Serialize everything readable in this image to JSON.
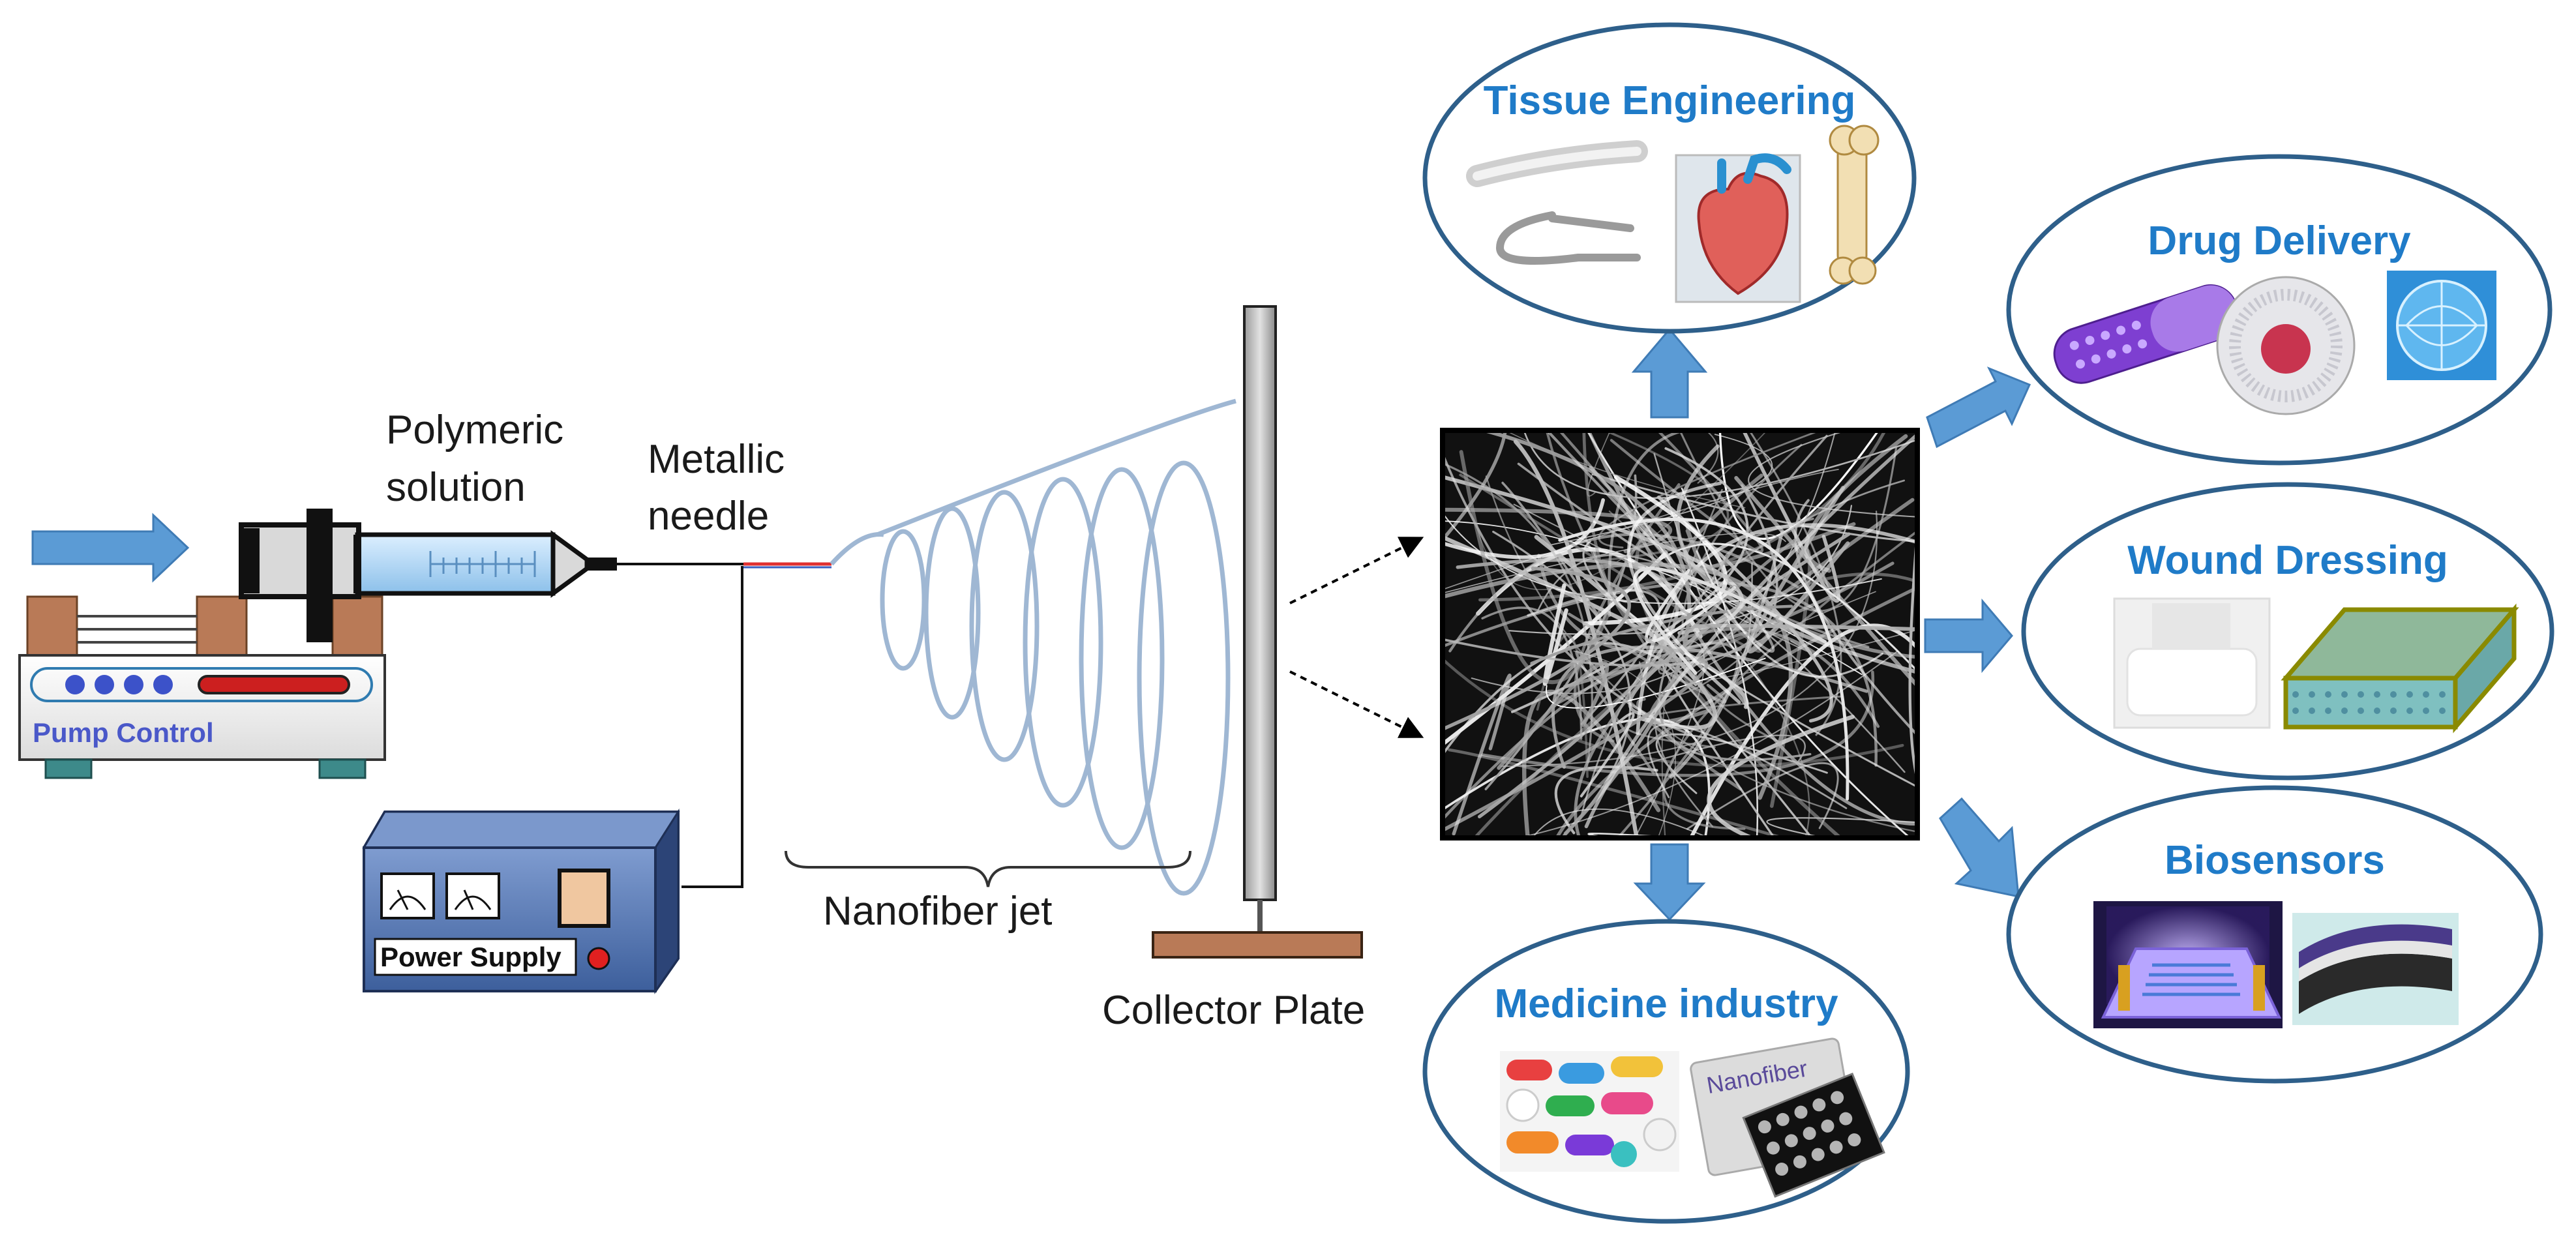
{
  "labels": {
    "polymeric_line1": "Polymeric",
    "polymeric_line2": "solution",
    "metallic_line1": "Metallic",
    "metallic_line2": "needle",
    "nanofiber_jet": "Nanofiber jet",
    "collector_plate": "Collector Plate",
    "pump_control": "Pump Control",
    "power_supply": "Power Supply"
  },
  "applications": [
    {
      "title": "Tissue Engineering"
    },
    {
      "title": "Drug Delivery"
    },
    {
      "title": "Wound Dressing"
    },
    {
      "title": "Biosensors"
    },
    {
      "title": "Medicine industry"
    }
  ],
  "thumbnails": {
    "nanofiber_pack": "Nanofiber"
  },
  "colors": {
    "arrow_blue": "#5b9bd5",
    "ellipse_border": "#2e5f8a",
    "title_blue": "#1f7bc8",
    "fiber_blue": "#9fb7d3",
    "wood": "#b97a57",
    "device_blue": "#4f6fa8",
    "pump_label": "#4a58c9"
  }
}
